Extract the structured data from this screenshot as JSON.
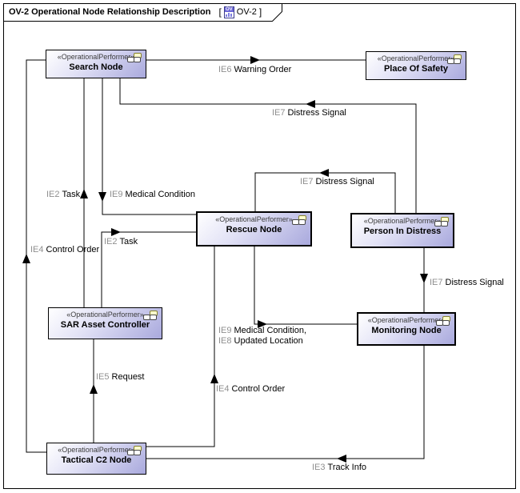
{
  "frame": {
    "title": "OV-2 Operational Node Relationship Description",
    "open_bracket": "[",
    "close_bracket": "]",
    "diagram_abbr": "OV-2",
    "icon_text": "OV"
  },
  "node_stereotype": "«OperationalPerformer»",
  "nodes": {
    "search": {
      "name": "Search Node"
    },
    "place_of_safety": {
      "name": "Place Of Safety"
    },
    "rescue": {
      "name": "Rescue Node"
    },
    "person_in_distress": {
      "name": "Person In Distress"
    },
    "sar": {
      "name": "SAR Asset Controller"
    },
    "monitoring": {
      "name": "Monitoring Node"
    },
    "tactical": {
      "name": "Tactical C2 Node"
    }
  },
  "edges": {
    "ie6": {
      "id": "IE6",
      "name": "Warning Order"
    },
    "ie7_to_search": {
      "id": "IE7",
      "name": "Distress Signal"
    },
    "ie7_to_rescue": {
      "id": "IE7",
      "name": "Distress Signal"
    },
    "ie7_to_monitoring": {
      "id": "IE7",
      "name": "Distress Signal"
    },
    "ie9_to_rescue": {
      "id": "IE9",
      "name": "Medical Condition"
    },
    "ie2_to_search": {
      "id": "IE2",
      "name": "Task"
    },
    "ie2_to_rescue": {
      "id": "IE2",
      "name": "Task"
    },
    "ie4_to_search": {
      "id": "IE4",
      "name": "Control Order"
    },
    "ie4_to_rescue": {
      "id": "IE4",
      "name": "Control Order"
    },
    "ie5": {
      "id": "IE5",
      "name": "Request"
    },
    "ie9_ie8": {
      "line1": {
        "id": "IE9",
        "name": "Medical Condition,"
      },
      "line2": {
        "id": "IE8",
        "name": "Updated Location"
      }
    },
    "ie3": {
      "id": "IE3",
      "name": "Track Info"
    }
  },
  "colors": {
    "node_fill_top": "#ffffff",
    "node_fill_bottom": "#a9a9dd",
    "node_border": "#000000",
    "edge_line": "#000000",
    "edge_id_text": "#8f8f8f",
    "performer_icon_yellow": "#ffffcc",
    "doc_icon_header": "#6b66d6"
  }
}
